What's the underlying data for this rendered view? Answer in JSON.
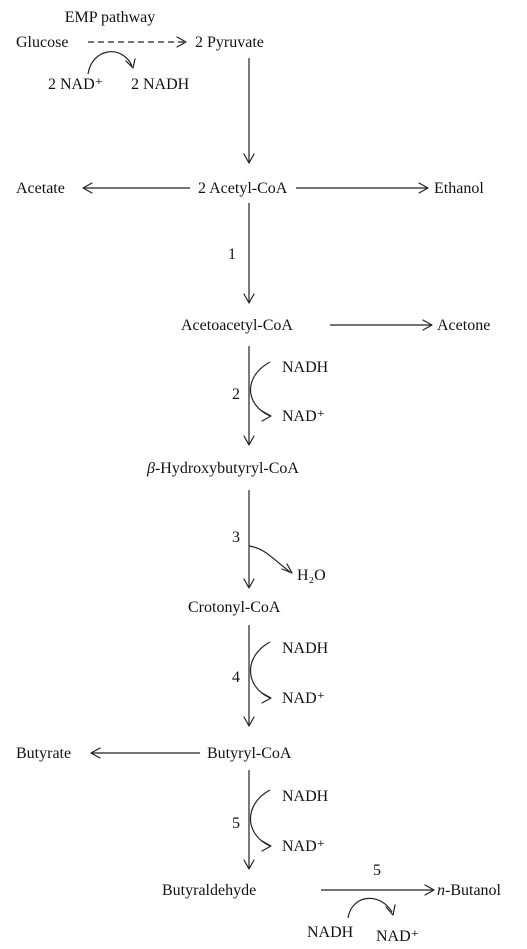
{
  "labels": {
    "emp_pathway": "EMP pathway",
    "glucose": "Glucose",
    "pyruvate": "2 Pyruvate",
    "nad_plus_2": "2 NAD⁺",
    "nadh_2": "2 NADH",
    "acetyl_coa": "2 Acetyl-CoA",
    "acetate": "Acetate",
    "ethanol": "Ethanol",
    "acetoacetyl_coa": "Acetoacetyl-CoA",
    "acetone": "Acetone",
    "beta_symbol": "β",
    "hydroxybutyryl_coa": "-Hydroxybutyryl-CoA",
    "crotonyl_coa": "Crotonyl-CoA",
    "butyryl_coa": "Butyryl-CoA",
    "butyrate": "Butyrate",
    "butyraldehyde": "Butyraldehyde",
    "n_prefix": "n",
    "butanol": "-Butanol",
    "water": "H₂O"
  },
  "steps": {
    "s1": "1",
    "s2": "2",
    "s3": "3",
    "s4": "4",
    "s5": "5",
    "s5b": "5"
  },
  "cofactors": {
    "step2_in": "NADH",
    "step2_out": "NAD⁺",
    "step4_in": "NADH",
    "step4_out": "NAD⁺",
    "step5_in": "NADH",
    "step5_out": "NAD⁺",
    "butanol_in": "NADH",
    "butanol_out": "NAD⁺"
  }
}
